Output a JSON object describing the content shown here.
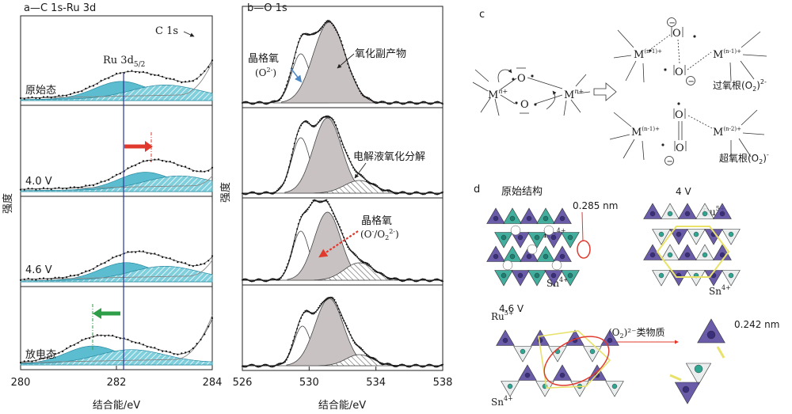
{
  "colors": {
    "teal": "#3fb1c8",
    "teal_dark": "#2a8aa0",
    "gray_fill": "#c9c2c2",
    "dark_fill": "#1a1a1a",
    "red": "#e03a2f",
    "green": "#2e9e48",
    "blue_line": "#2b3590",
    "blue_arrow": "#4a88c7",
    "purple": "#5b4aa0",
    "cyan_ball": "#2fa592",
    "yellow": "#e9e26a"
  },
  "panel_a": {
    "title": "a—C 1s-Ru 3d",
    "ylabel": "强度",
    "xlabel": "结合能/eV",
    "c1s_label": "C 1s",
    "ru_label": "Ru 3d",
    "ru_sub": "5/2",
    "xticks": [
      "280",
      "282",
      "284"
    ],
    "panels": [
      {
        "label": "原始态"
      },
      {
        "label": "4.0 V"
      },
      {
        "label": "4.6 V"
      },
      {
        "label": "放电态"
      }
    ]
  },
  "panel_b": {
    "title": "b—O 1s",
    "ylabel": "强度",
    "xlabel": "结合能/eV",
    "xticks": [
      "526",
      "530",
      "534",
      "538"
    ],
    "lattice_o": "晶格氧",
    "lattice_o2": "(O",
    "lattice_o2_sup": "2-",
    "lattice_o2_end": ")",
    "oxide_byproduct": "氧化副产物",
    "electrolyte_decomp": "电解液氧化分解",
    "lattice_o_b": "晶格氧",
    "lattice_ob2": "(O",
    "lattice_ob2_sup1": "-",
    "lattice_ob2_mid": "/O",
    "lattice_ob2_sub": "2",
    "lattice_ob2_sup2": "2-",
    "lattice_ob2_end": ")"
  },
  "panel_c": {
    "label": "c",
    "metal": "M",
    "sup_n": "n+",
    "sup_n1": "(n-1)+",
    "sup_n2": "(n-2)+",
    "oxygen": "O",
    "peroxo": "过氧根(O",
    "peroxo_sub": "2",
    "peroxo_sup": "2-",
    "peroxo_end": ")",
    "superoxo": "超氧根(O",
    "superoxo_sub": "2",
    "superoxo_sup": "-",
    "superoxo_end": ")",
    "minus": "−"
  },
  "panel_d": {
    "label": "d",
    "orig": "原始结构",
    "dist1": "0.285 nm",
    "v4": "4 V",
    "v46": "4.6 V",
    "ru4": "Ru",
    "ru4_sup": "4+",
    "ru5": "Ru",
    "ru5_sup": "5+",
    "sn": "Sn",
    "sn_sup": "4+",
    "o2_label": "(O",
    "o2_sub": "2",
    "o2_sup": ")²⁻类物质",
    "dist2": "0.242 nm"
  },
  "chart_data": [
    {
      "type": "line",
      "title": "a—C 1s-Ru 3d",
      "xlabel": "结合能/eV",
      "ylabel": "强度",
      "xlim": [
        280,
        284
      ],
      "xticks": [
        280,
        282,
        284
      ],
      "stack": [
        "原始态",
        "4.0 V",
        "4.6 V",
        "放电态"
      ],
      "reference_line_eV": 282.15,
      "shift_arrows": [
        {
          "panel": "4.0 V",
          "direction": "higher",
          "to_eV": 282.6
        },
        {
          "panel": "放电态",
          "direction": "lower",
          "to_eV": 281.5
        }
      ],
      "components": [
        {
          "panel": "原始态",
          "peaks_eV": [
            282.1,
            283.0
          ],
          "c1s_onset_eV": 283.3
        },
        {
          "panel": "4.0 V",
          "peaks_eV": [
            282.6,
            283.3
          ],
          "c1s_onset_eV": 283.6
        },
        {
          "panel": "4.6 V",
          "peaks_eV": [
            282.2,
            283.0
          ],
          "c1s_onset_eV": 283.5
        },
        {
          "panel": "放电态",
          "peaks_eV": [
            281.5,
            282.3
          ],
          "c1s_onset_eV": 283.2
        }
      ]
    },
    {
      "type": "line",
      "title": "b—O 1s",
      "xlabel": "结合能/eV",
      "ylabel": "强度",
      "xlim": [
        526,
        538
      ],
      "xticks": [
        526,
        530,
        534,
        538
      ],
      "stack": [
        "原始态",
        "4.0 V",
        "4.6 V",
        "放电态"
      ],
      "components": [
        {
          "panel": 1,
          "peaks_eV": [
            529.5,
            531.2
          ]
        },
        {
          "panel": 2,
          "peaks_eV": [
            529.5,
            531.1,
            533.0
          ]
        },
        {
          "panel": 3,
          "peaks_eV": [
            529.5,
            530.4,
            531.1,
            533.0
          ]
        },
        {
          "panel": 4,
          "peaks_eV": [
            529.6,
            531.2,
            533.0
          ]
        }
      ]
    }
  ]
}
